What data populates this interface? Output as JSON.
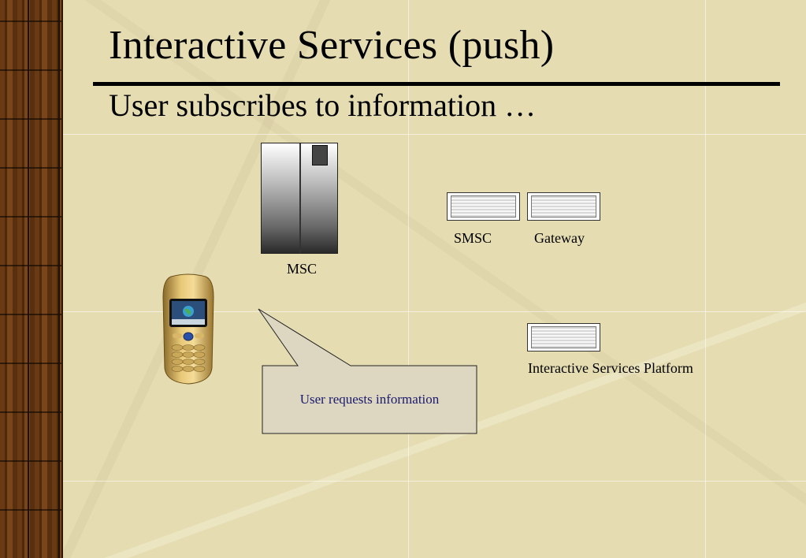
{
  "slide": {
    "title": "Interactive Services (push)",
    "subtitle": "User subscribes to information …"
  },
  "nodes": {
    "msc_label": "MSC",
    "smsc_label": "SMSC",
    "gateway_label": "Gateway",
    "isp_label": "Interactive Services Platform"
  },
  "callout": {
    "text": "User requests information"
  },
  "colors": {
    "callout_text": "#1a1a6e",
    "callout_fill": "#ddd6c0",
    "background": "#e5dcb2",
    "strip": "#5c3211"
  },
  "icons": [
    "mobile-phone-icon",
    "msc-switch-icon",
    "smsc-server-icon",
    "gateway-server-icon",
    "isp-server-icon"
  ]
}
